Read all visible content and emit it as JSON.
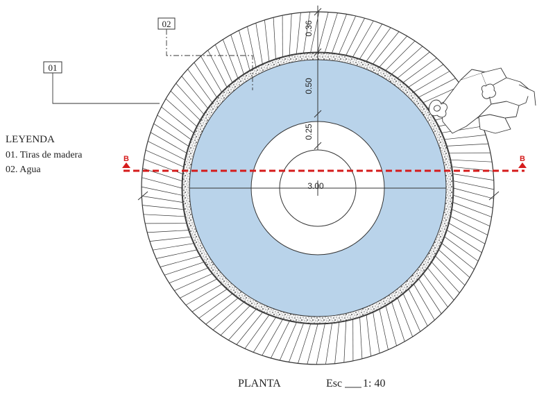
{
  "legend": {
    "title": "LEYENDA",
    "items": [
      "01.  Tiras de madera",
      "02. Agua"
    ]
  },
  "tags": {
    "tag1": "01",
    "tag2": "02"
  },
  "dimensions": {
    "top": "0.36",
    "mid": "0.50",
    "inner": "0.25",
    "center": "3.00"
  },
  "section": {
    "left": "B",
    "right": "B"
  },
  "title": {
    "view": "PLANTA",
    "scale_label": "Esc",
    "scale_value": "1: 40"
  },
  "colors": {
    "water": "#b9d3ea",
    "section_line": "#d51b1b",
    "line": "#333333"
  }
}
